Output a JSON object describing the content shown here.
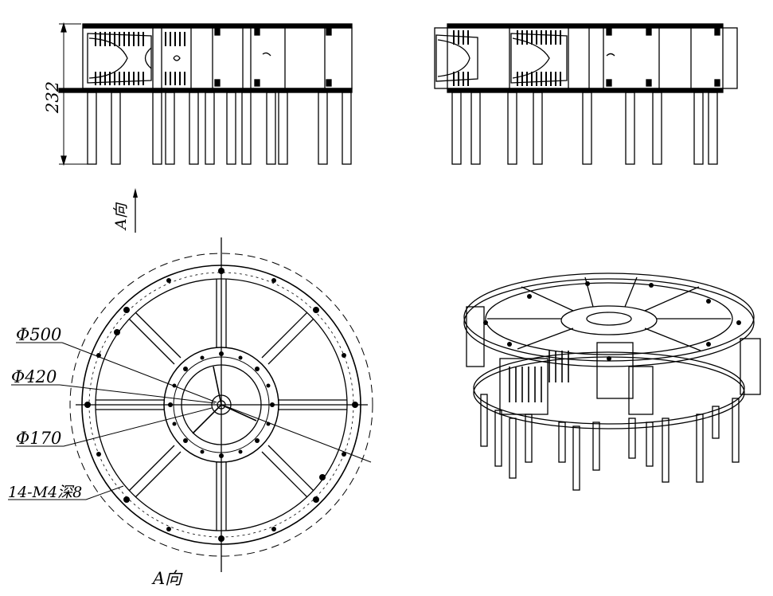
{
  "drawing": {
    "dimension_height": "232",
    "view_arrow_label": "A向",
    "view_label_bottom": "A向",
    "callouts": {
      "d500": "Φ500",
      "d420": "Φ420",
      "d170": "Φ170",
      "holes": "14-M4深8"
    }
  }
}
